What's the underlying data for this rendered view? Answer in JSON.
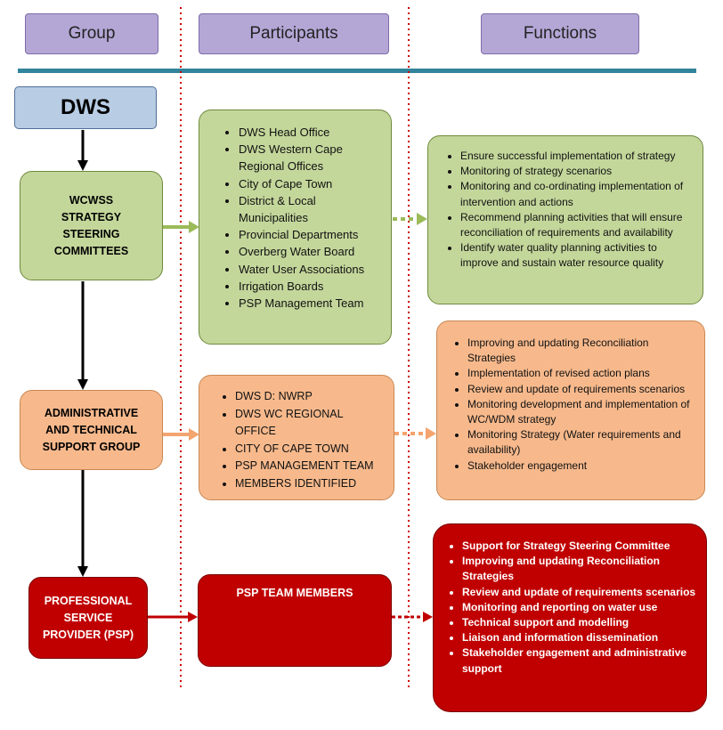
{
  "headers": {
    "group": "Group",
    "participants": "Participants",
    "functions": "Functions"
  },
  "dws": "DWS",
  "groups": {
    "steering": "WCWSS STRATEGY STEERING COMMITTEES",
    "admin": "ADMINISTRATIVE AND TECHNICAL SUPPORT GROUP",
    "psp": "PROFESSIONAL SERVICE PROVIDER (PSP)"
  },
  "participants": {
    "steering": [
      "DWS Head Office",
      "DWS Western Cape Regional Offices",
      "City of Cape Town",
      "District & Local Municipalities",
      "Provincial Departments",
      "Overberg Water Board",
      "Water User Associations",
      "Irrigation Boards",
      "PSP Management Team"
    ],
    "admin": [
      "DWS D: NWRP",
      "DWS WC REGIONAL OFFICE",
      "CITY OF CAPE TOWN",
      "PSP MANAGEMENT TEAM",
      "MEMBERS IDENTIFIED"
    ],
    "psp": "PSP TEAM MEMBERS"
  },
  "functions": {
    "steering": [
      "Ensure successful implementation of strategy",
      "Monitoring of strategy scenarios",
      "Monitoring and co-ordinating implementation of intervention and actions",
      "Recommend planning activities that will ensure reconciliation of requirements and availability",
      "Identify water quality planning activities to improve and sustain water resource quality"
    ],
    "admin": [
      "Improving and updating Reconciliation Strategies",
      "Implementation of revised action plans",
      "Review and update of requirements scenarios",
      "Monitoring development and implementation of WC/WDM strategy",
      "Monitoring Strategy (Water requirements and availability)",
      "Stakeholder engagement"
    ],
    "psp": [
      "Support for Strategy Steering Committee",
      "Improving and updating Reconciliation Strategies",
      "Review and update of requirements scenarios",
      "Monitoring and reporting on water use",
      "Technical support and modelling",
      "Liaison and information dissemination",
      "Stakeholder engagement and administrative support"
    ]
  },
  "colors": {
    "header": "#b4a7d6",
    "rule": "#31849b",
    "green": "#c4d79b",
    "orange": "#f7b98c",
    "red": "#c00000",
    "dws": "#b8cce4"
  }
}
